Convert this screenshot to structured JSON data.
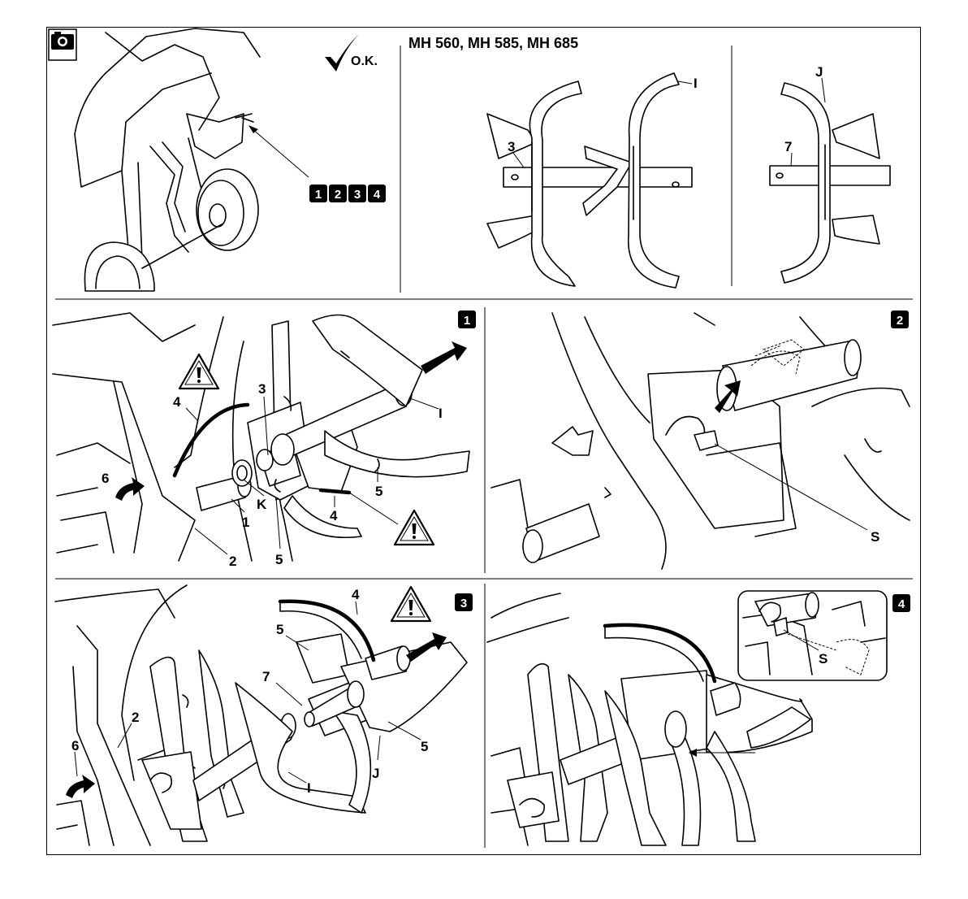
{
  "header": {
    "title": "MH 560, MH 585, MH 685",
    "ok_text": "O.K."
  },
  "badges": [
    "1",
    "2",
    "3",
    "4"
  ],
  "icons": {
    "camera": "camera-icon",
    "check": "checkmark-icon",
    "warning": "warning-triangle-icon",
    "arrow": "push-arrow-icon"
  },
  "overview_labels": {
    "left_tines": "3",
    "right_tines": "I",
    "single_tine": "J",
    "shaft": "7"
  },
  "step1_labels": {
    "guard": "4",
    "pin": "3",
    "right": "I",
    "push": "6",
    "washer": "K",
    "shaft": "1",
    "frame": "2",
    "clip_a": "5",
    "clip_b": "5",
    "guard_b": "4"
  },
  "step2_labels": {
    "spring_pin": "S"
  },
  "step3_labels": {
    "guard": "4",
    "clip_a": "5",
    "shaft": "7",
    "frame": "2",
    "push": "6",
    "right": "I",
    "tine": "J",
    "clip_b": "5"
  },
  "step4_labels": {
    "spring_pin": "S"
  }
}
